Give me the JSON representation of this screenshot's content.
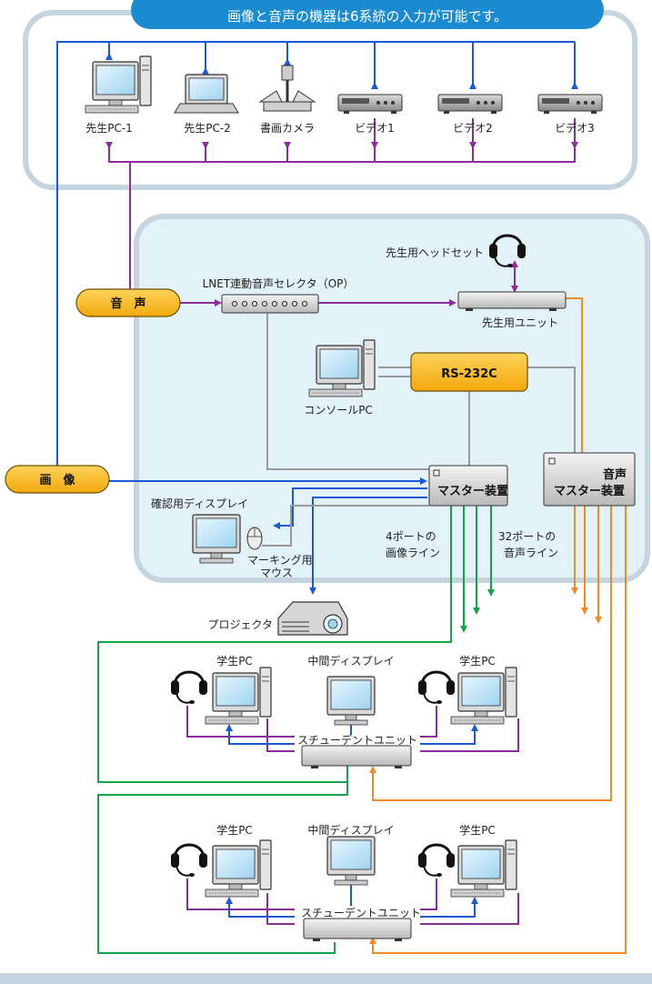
{
  "banner": {
    "text": "画像と音声の機器は6系統の入力が可能です。"
  },
  "sources": [
    {
      "label": "先生PC-1"
    },
    {
      "label": "先生PC-2"
    },
    {
      "label": "書画カメラ"
    },
    {
      "label": "ビデオ1"
    },
    {
      "label": "ビデオ2"
    },
    {
      "label": "ビデオ3"
    }
  ],
  "badges": {
    "audio": "音　声",
    "video": "画　像",
    "rs232c": "RS-232C"
  },
  "labels": {
    "headset": "先生用ヘッドセット",
    "selector": "LNET連動音声セレクタ（OP）",
    "teacher_unit": "先生用ユニット",
    "console": "コンソールPC",
    "master": "マスター装置",
    "audio_master_1": "音声",
    "audio_master_2": "マスター装置",
    "confirm_display": "確認用ディスプレイ",
    "marking_mouse_1": "マーキング用",
    "marking_mouse_2": "マウス",
    "video_lines_1": "4ポートの",
    "video_lines_2": "画像ライン",
    "audio_lines_1": "32ポートの",
    "audio_lines_2": "音声ライン",
    "projector": "プロジェクタ"
  },
  "student_groups": [
    {
      "left_pc": "学生PC",
      "middle": "中間ディスプレイ",
      "right_pc": "学生PC",
      "unit": "スチューデントユニット"
    },
    {
      "left_pc": "学生PC",
      "middle": "中間ディスプレイ",
      "right_pc": "学生PC",
      "unit": "スチューデントユニット"
    }
  ],
  "colors": {
    "video_line": "#1e57d6",
    "audio_line": "#8b2d9a",
    "orange_line": "#f08a24",
    "green_line": "#18a04a",
    "gray_line": "#9a9a9a",
    "badge_fill": "#fbbf21",
    "panel_border": "#c6d4df",
    "inner_panel_fill": "#e3f1f8",
    "banner_fill": "#1b8bd1"
  }
}
